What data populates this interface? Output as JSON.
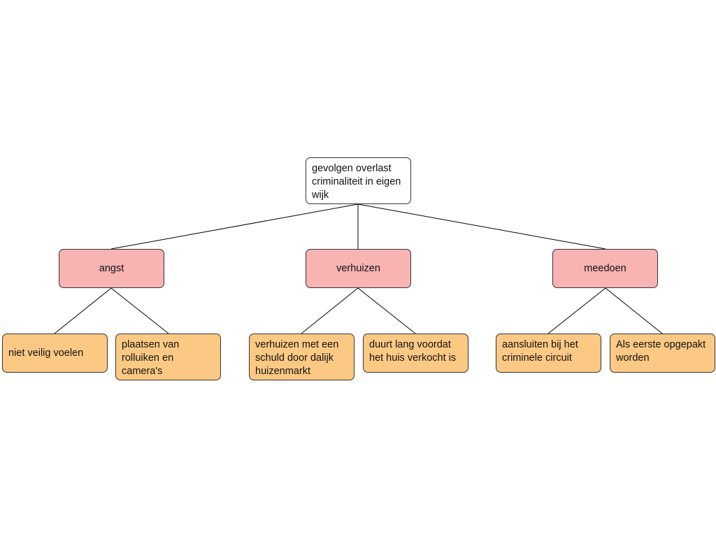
{
  "root": {
    "label": "gevolgen overlast criminaliteit in eigen wijk"
  },
  "branches": [
    {
      "label": "angst",
      "children": [
        "niet veilig voelen",
        "plaatsen van rolluiken en camera's"
      ]
    },
    {
      "label": "verhuizen",
      "children": [
        "verhuizen met een schuld door dalijk huizenmarkt",
        "duurt lang voordat het huis verkocht is"
      ]
    },
    {
      "label": "meedoen",
      "children": [
        "aansluiten bij het criminele circuit",
        "Als eerste opgepakt worden"
      ]
    }
  ],
  "colors": {
    "root": "#ffffff",
    "branch": "#f8b3b3",
    "leaf": "#fcc985",
    "line": "#000000"
  }
}
